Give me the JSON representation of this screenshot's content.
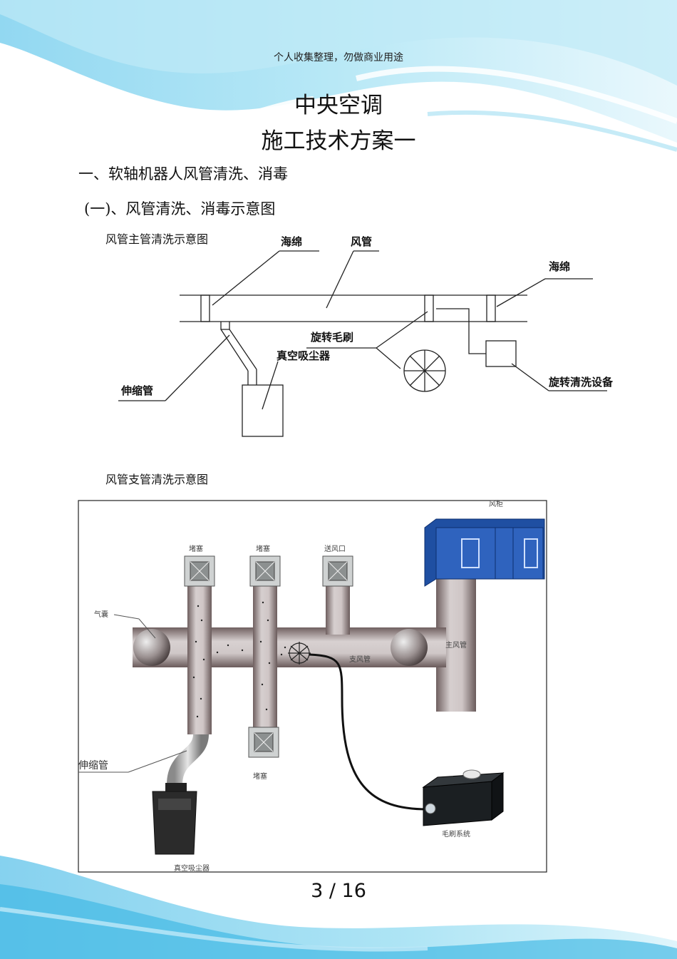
{
  "header": {
    "watermark": "个人收集整理，勿做商业用途",
    "title_line1": "中央空调",
    "title_line2": "施工技术方案一"
  },
  "section": {
    "heading": "一、软轴机器人风管清洗、消毒",
    "subheading": "(一)、风管清洗、消毒示意图"
  },
  "figure1": {
    "caption": "风管主管清洗示意图",
    "labels": {
      "sponge_left": "海绵",
      "duct": "风管",
      "sponge_right": "海绵",
      "rotating_brush": "旋转毛刷",
      "vacuum": "真空吸尘器",
      "telescopic_tube": "伸缩管",
      "rotating_cleaner": "旋转清洗设备"
    }
  },
  "figure2": {
    "caption": "风管支管清洗示意图",
    "labels": {
      "air_cabinet": "风柜",
      "plug1": "堵塞",
      "plug2": "堵塞",
      "supply_outlet": "送风口",
      "airbag": "气囊",
      "main_duct": "主风管",
      "branch_duct": "支风管",
      "telescopic_tube": "伸缩管",
      "plug_bottom": "堵塞",
      "brush_system": "毛刷系统",
      "vacuum": "真空吸尘器"
    }
  },
  "footer": {
    "page_number": "3 / 16"
  }
}
